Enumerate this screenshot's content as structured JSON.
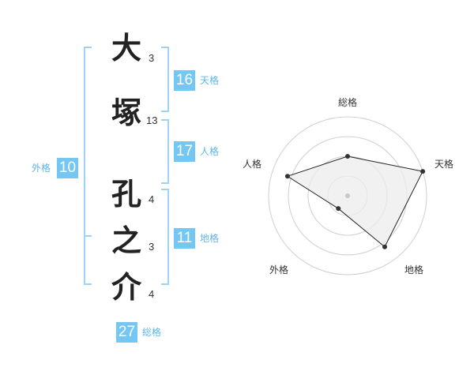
{
  "name": {
    "surname": [
      {
        "char": "大",
        "strokes": "3"
      },
      {
        "char": "塚",
        "strokes": "13"
      }
    ],
    "given": [
      {
        "char": "孔",
        "strokes": "4"
      },
      {
        "char": "之",
        "strokes": "3"
      },
      {
        "char": "介",
        "strokes": "4"
      }
    ]
  },
  "kakusu": {
    "tenkaku": {
      "value": "16",
      "label": "天格"
    },
    "jinkaku": {
      "value": "17",
      "label": "人格"
    },
    "chikaku": {
      "value": "11",
      "label": "地格"
    },
    "gaikaku": {
      "value": "10",
      "label": "外格"
    },
    "soukaku": {
      "value": "27",
      "label": "総格"
    }
  },
  "chart_data": {
    "type": "radar",
    "axes": [
      "総格",
      "天格",
      "地格",
      "外格",
      "人格"
    ],
    "rings": 4,
    "values": [
      2.5,
      5,
      4,
      1,
      4
    ],
    "max": 5
  }
}
